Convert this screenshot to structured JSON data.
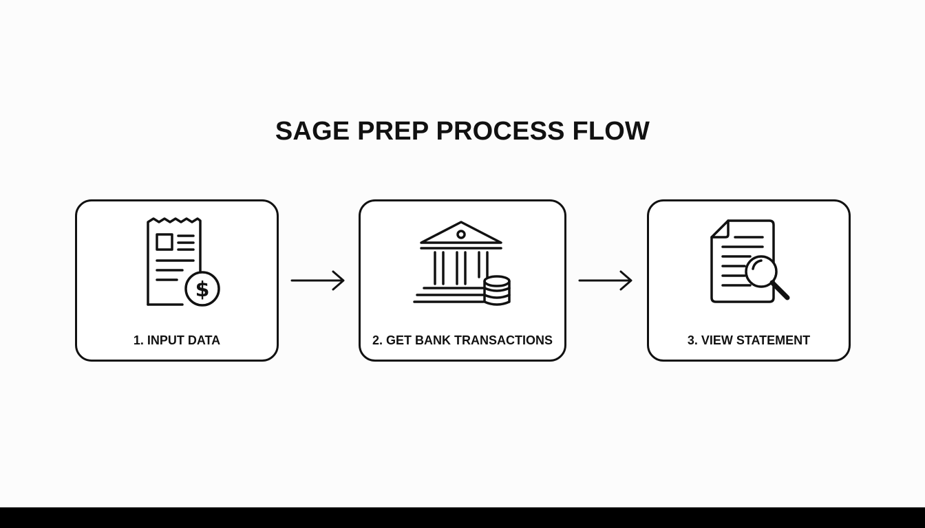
{
  "title": "SAGE PREP PROCESS FLOW",
  "steps": [
    {
      "label": "1. INPUT DATA",
      "icon": "receipt-dollar-icon"
    },
    {
      "label": "2. GET BANK TRANSACTIONS",
      "icon": "bank-coins-icon"
    },
    {
      "label": "3. VIEW STATEMENT",
      "icon": "document-search-icon"
    }
  ],
  "colors": {
    "background": "#fcfcfc",
    "stroke": "#111111",
    "bottom_bar": "#000000"
  }
}
